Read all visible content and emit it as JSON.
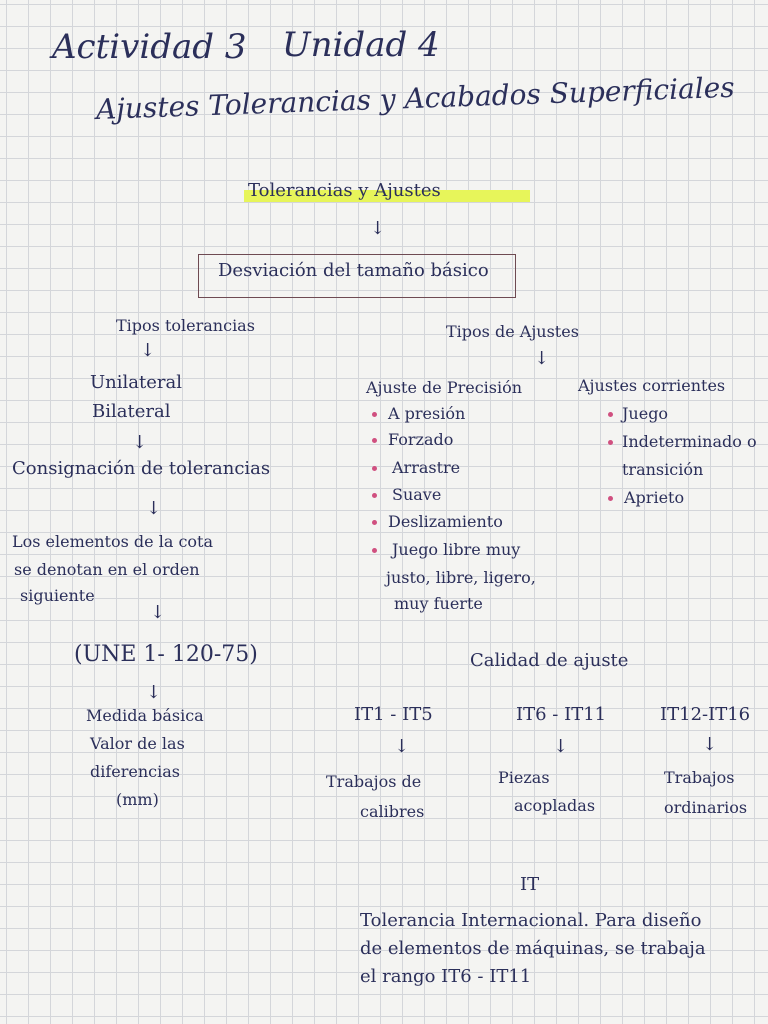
{
  "title": {
    "activity": "Actividad 3",
    "unit": "Unidad 4"
  },
  "subtitle": "Ajustes Tolerancias y Acabados Superficiales",
  "root": "Tolerancias y Ajustes",
  "box": "Desviación del tamaño básico",
  "left": {
    "heading": "Tipos tolerancias",
    "types": [
      "Unilateral",
      "Bilateral"
    ],
    "consignacion": "Consignación de tolerancias",
    "orden": [
      "Los elementos de la cota",
      "se denotan en el orden",
      "siguiente"
    ],
    "norma": "(UNE 1- 120-75)",
    "medida": [
      "Medida básica",
      "Valor de las",
      "diferencias",
      "(mm)"
    ]
  },
  "right": {
    "heading": "Tipos de Ajustes",
    "precision": {
      "title": "Ajuste de Precisión",
      "items": [
        "A presión",
        "Forzado",
        "Arrastre",
        "Suave",
        "Deslizamiento"
      ],
      "last": [
        "Juego libre muy",
        "justo, libre, ligero,",
        "muy fuerte"
      ]
    },
    "corrientes": {
      "title": "Ajustes corrientes",
      "items": [
        "Juego",
        "Indeterminado o",
        "Aprieto"
      ],
      "indet2": "transición"
    }
  },
  "calidad": {
    "title": "Calidad de ajuste",
    "groups": [
      {
        "range": "IT1 - IT5",
        "desc": [
          "Trabajos de",
          "calibres"
        ]
      },
      {
        "range": "IT6 - IT11",
        "desc": [
          "Piezas",
          "acopladas"
        ]
      },
      {
        "range": "IT12-IT16",
        "desc": [
          "Trabajos",
          "ordinarios"
        ]
      }
    ]
  },
  "it": {
    "label": "IT",
    "text": [
      "Tolerancia Internacional. Para diseño",
      "de elementos de máquinas, se trabaja",
      "el rango IT6 - IT11"
    ]
  }
}
